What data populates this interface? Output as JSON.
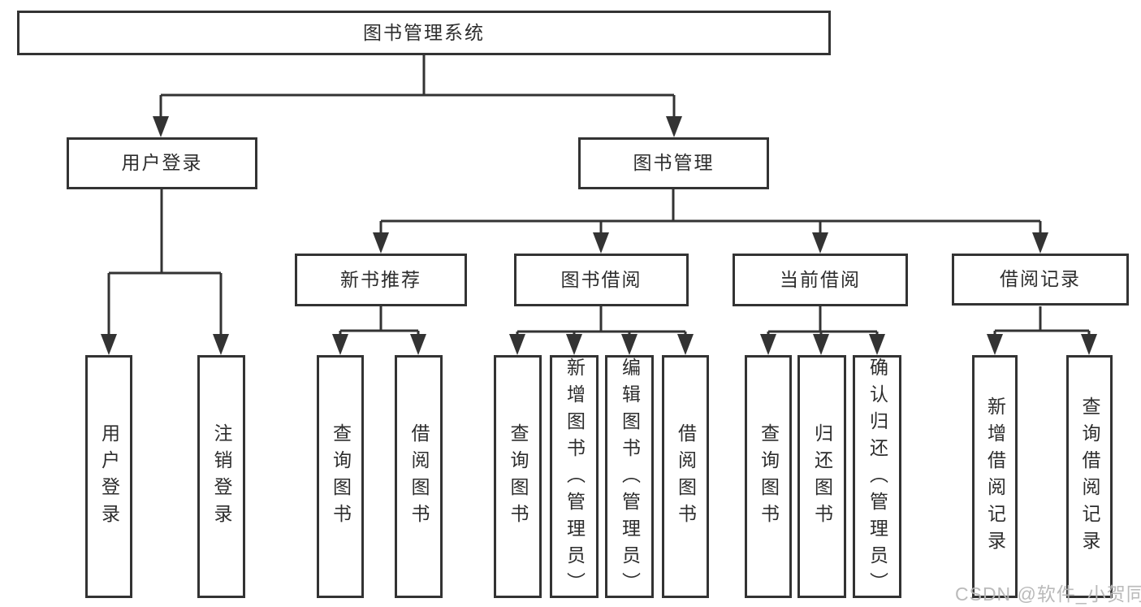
{
  "diagram_title": "图书管理系统",
  "tree": {
    "root": {
      "label": "图书管理系统"
    },
    "branches": {
      "user_login": {
        "label": "用户登录",
        "children": [
          {
            "label": "用户登录"
          },
          {
            "label": "注销登录"
          }
        ]
      },
      "book_management": {
        "label": "图书管理",
        "children": {
          "new_book_recommendation": {
            "label": "新书推荐",
            "children": [
              {
                "label": "查询图书"
              },
              {
                "label": "借阅图书"
              }
            ]
          },
          "book_borrowing": {
            "label": "图书借阅",
            "children": [
              {
                "label": "查询图书"
              },
              {
                "label": "新增图书（管理员）"
              },
              {
                "label": "编辑图书（管理员）"
              },
              {
                "label": "借阅图书"
              }
            ]
          },
          "current_borrowing": {
            "label": "当前借阅",
            "children": [
              {
                "label": "查询图书"
              },
              {
                "label": "归还图书"
              },
              {
                "label": "确认归还（管理员）"
              }
            ]
          },
          "borrowing_records": {
            "label": "借阅记录",
            "children": [
              {
                "label": "新增借阅记录"
              },
              {
                "label": "查询借阅记录"
              }
            ]
          }
        }
      }
    }
  },
  "watermark": "CSDN @软件_小贺同学",
  "colors": {
    "line": "#333333",
    "text": "#2d2d2d",
    "box_background": "#ffffff",
    "watermark": "#b6b6b6"
  }
}
